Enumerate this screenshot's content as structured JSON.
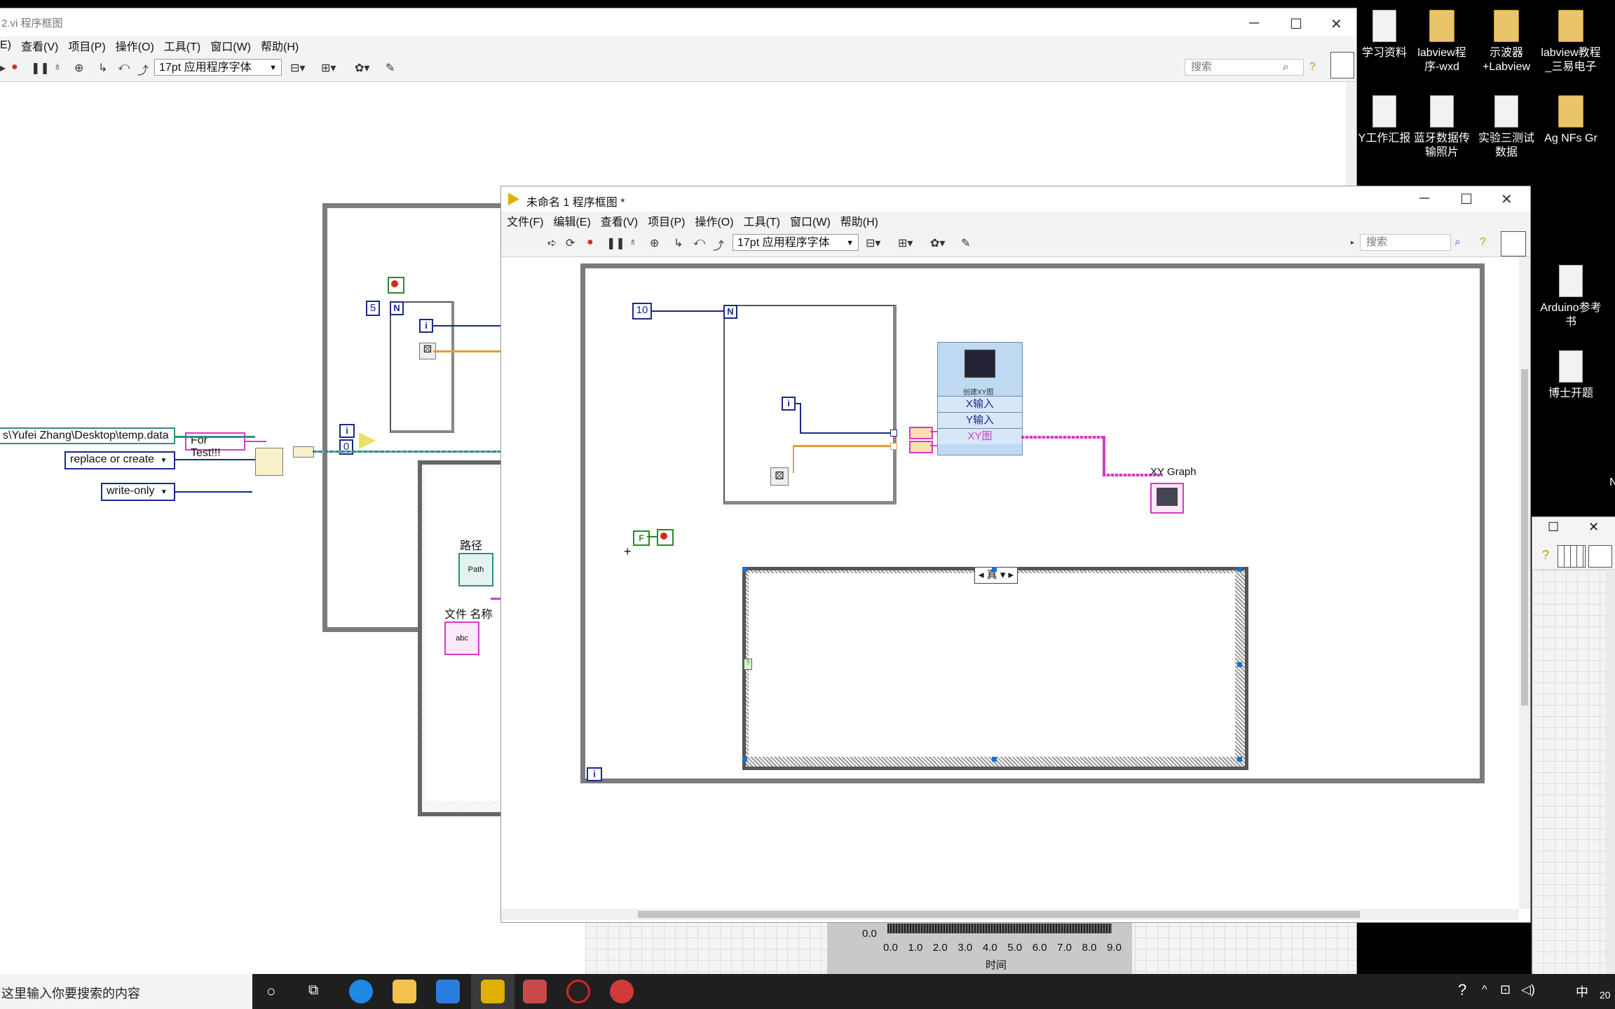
{
  "desktop": {
    "icons": [
      {
        "label": "Y工作汇报",
        "kind": "doc"
      },
      {
        "label": "学习资料",
        "kind": "doc"
      },
      {
        "label": "labview程序-wxd",
        "kind": "folder"
      },
      {
        "label": "示波器+Labview",
        "kind": "folder"
      },
      {
        "label": "labview教程_三易电子",
        "kind": "folder"
      },
      {
        "label": "蓝牙数据传输照片",
        "kind": "doc"
      },
      {
        "label": "实验三测试数据",
        "kind": "doc"
      },
      {
        "label": "Ag NFs Gr",
        "kind": "folder"
      },
      {
        "label": "Arduino参考书",
        "kind": "doc"
      },
      {
        "label": "博士开题",
        "kind": "doc"
      }
    ]
  },
  "back_window": {
    "title": "2.vi 程序框图",
    "menu": [
      "E)",
      "查看(V)",
      "项目(P)",
      "操作(O)",
      "工具(T)",
      "窗口(W)",
      "帮助(H)"
    ],
    "font": "17pt 应用程序字体",
    "search_placeholder": "搜索",
    "diagram": {
      "path_const": "s\\Yufei Zhang\\Desktop\\temp.data",
      "string_const": "For Test!!!",
      "mode_enum": "replace or create",
      "access_enum": "write-only",
      "loop_count": "5",
      "n_label": "N",
      "i_label": "i",
      "zero_const": "0",
      "path_label": "路径",
      "filename_label": "文件 名称",
      "path_ctrl": "Path",
      "abc_ctrl": "abc"
    }
  },
  "front_window": {
    "title": "未命名 1 程序框图 *",
    "menu": [
      "文件(F)",
      "编辑(E)",
      "查看(V)",
      "项目(P)",
      "操作(O)",
      "工具(T)",
      "窗口(W)",
      "帮助(H)"
    ],
    "font": "17pt 应用程序字体",
    "search_placeholder": "搜索",
    "diagram": {
      "loop_count": "10",
      "n_label": "N",
      "i_label": "i",
      "build_xy_caption": "创建XY图",
      "x_input": "X输入",
      "y_input": "Y输入",
      "xy_output": "XY图",
      "xy_graph_label": "XY Graph",
      "case_selector": "真",
      "false_const": "F",
      "while_i": "i",
      "bool_indicator": "?"
    }
  },
  "chart_fragment": {
    "y_tick": "0.0",
    "x_ticks": [
      "0.0",
      "1.0",
      "2.0",
      "3.0",
      "4.0",
      "5.0",
      "6.0",
      "7.0",
      "8.0",
      "9.0"
    ],
    "x_label": "时间"
  },
  "right_panel": {
    "badge": "N"
  },
  "taskbar": {
    "search_placeholder": "这里输入你要搜索的内容",
    "ime": "中",
    "clock": "20"
  }
}
